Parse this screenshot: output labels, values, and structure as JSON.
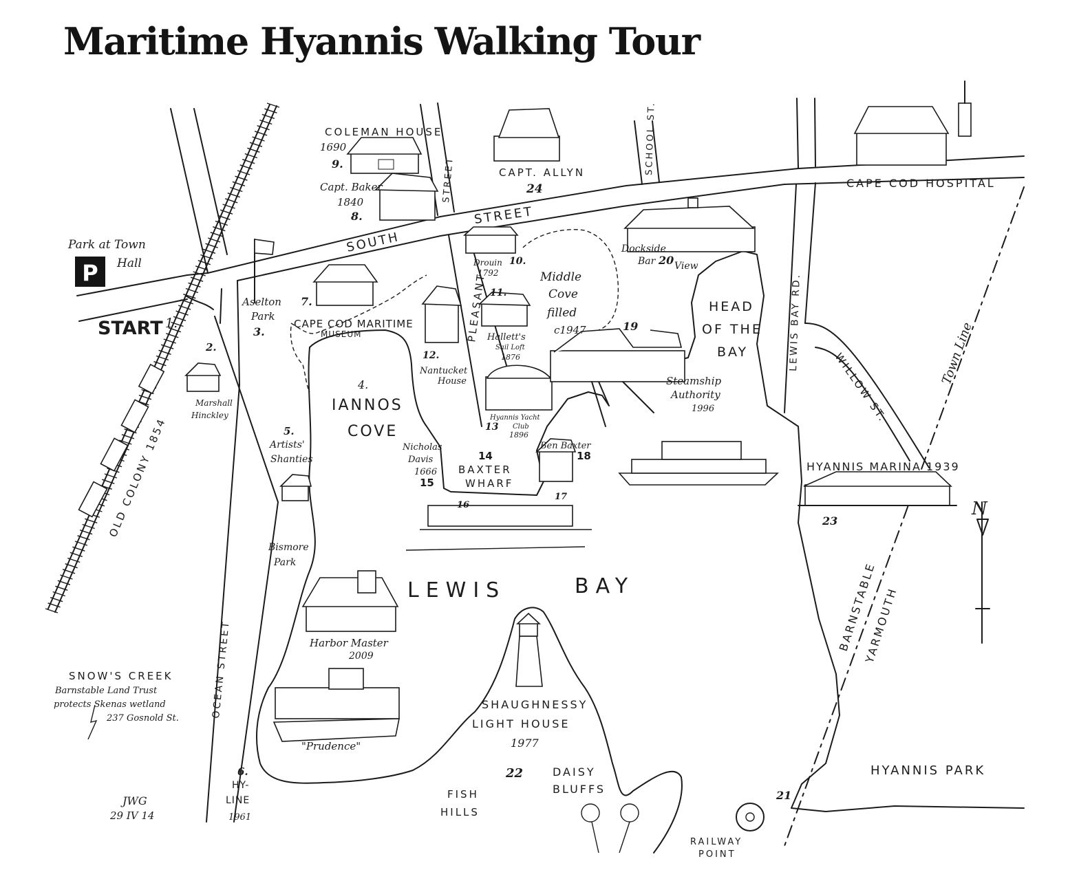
{
  "title": "Maritime Hyannis Walking Tour",
  "parking": {
    "symbol": "P",
    "label_line1": "Park at Town",
    "label_line2": "Hall"
  },
  "start": {
    "label": "START",
    "number": "1."
  },
  "streets": {
    "south_street_a": "SOUTH",
    "south_street_b": "STREET",
    "pleasant_street_a": "PLEASANT",
    "pleasant_street_b": "STREET",
    "school_st": "SCHOOL ST.",
    "ocean_street": "OCEAN STREET",
    "lewis_bay_rd": "LEWIS BAY RD.",
    "willow_st": "WILLOW ST.",
    "old_colony": "OLD COLONY 1854",
    "town_line": "Town Line",
    "barnstable": "BARNSTABLE",
    "yarmouth": "YARMOUTH"
  },
  "water": {
    "lewis": "LEWIS",
    "bay": "BAY",
    "iannos_line1": "IANNOS",
    "iannos_line2": "COVE",
    "iannos_number": "4.",
    "middle_cove": [
      "Middle",
      "Cove",
      "filled",
      "c1947"
    ],
    "head_of_bay": [
      "HEAD",
      "OF THE",
      "BAY"
    ],
    "hyannis_park": "HYANNIS PARK"
  },
  "sites": {
    "coleman_house": {
      "name": "COLEMAN HOUSE",
      "year": "1690",
      "number": "9."
    },
    "capt_baker": {
      "name": "Capt. Baker",
      "year": "1840",
      "number": "8."
    },
    "capt_allyn": {
      "name": "CAPT. ALLYN",
      "number": "24"
    },
    "cape_cod_hospital": {
      "name": "CAPE COD HOSPITAL"
    },
    "aselton_park": {
      "line1": "Aselton",
      "line2": "Park",
      "number": "3."
    },
    "maritime_museum": {
      "line1": "CAPE COD MARITIME",
      "line2": "MUSEUM",
      "number": "7."
    },
    "drouin": {
      "name": "Drouin",
      "year": "1792",
      "number": "10."
    },
    "halletts": {
      "line1": "Hallett's",
      "line2": "Sail Loft",
      "year": "1876",
      "number": "11."
    },
    "nantucket_house": {
      "line1": "Nantucket",
      "line2": "House",
      "number": "12."
    },
    "yacht_club": {
      "line1": "Hyannis Yacht",
      "line2": "Club",
      "year": "1896",
      "number": "13"
    },
    "nicholas_davis": {
      "line1": "Nicholas",
      "line2": "Davis",
      "year": "1666",
      "number": "15"
    },
    "baxter_wharf": {
      "line1": "BAXTER",
      "line2": "WHARF",
      "number": "14"
    },
    "ben_baxter": {
      "name": "Ben Baxter",
      "number": "18"
    },
    "pier_16": {
      "number": "16"
    },
    "pier_17": {
      "number": "17"
    },
    "dockside": {
      "line1": "Dockside",
      "bar": "Bar",
      "view": "View",
      "number": "20"
    },
    "steamship": {
      "line1": "Steamship",
      "line2": "Authority",
      "year": "1996",
      "number": "19"
    },
    "marshall_hinckley": {
      "line1": "Marshall",
      "line2": "Hinckley",
      "number": "2."
    },
    "artists_shanties": {
      "line1": "Artists'",
      "line2": "Shanties",
      "number": "5."
    },
    "bismore_park": {
      "line1": "Bismore",
      "line2": "Park"
    },
    "harbor_master": {
      "name": "Harbor Master",
      "year": "2009"
    },
    "prudence": {
      "name": "\"Prudence\""
    },
    "hy_line": {
      "line1": "HY-",
      "line2": "LINE",
      "year": "1961",
      "number": "6."
    },
    "shaughnessy": {
      "line1": "SHAUGHNESSY",
      "line2": "LIGHT HOUSE",
      "year": "1977"
    },
    "fish_hills": {
      "line1": "FISH",
      "line2": "HILLS",
      "number": "22"
    },
    "daisy_bluffs": {
      "line1": "DAISY",
      "line2": "BLUFFS"
    },
    "hyannis_marina": {
      "name": "HYANNIS MARINA 1939",
      "number": "23"
    },
    "railway_point": {
      "line1": "RAILWAY",
      "line2": "POINT",
      "number": "21"
    },
    "snows_creek": {
      "line1": "SNOW'S CREEK",
      "line2": "Barnstable Land Trust",
      "line3": "protects Skenas wetland",
      "line4": "237 Gosnold St."
    }
  },
  "signature": {
    "initials": "JWG",
    "date": "29 IV 14"
  },
  "compass": {
    "letter": "N"
  }
}
